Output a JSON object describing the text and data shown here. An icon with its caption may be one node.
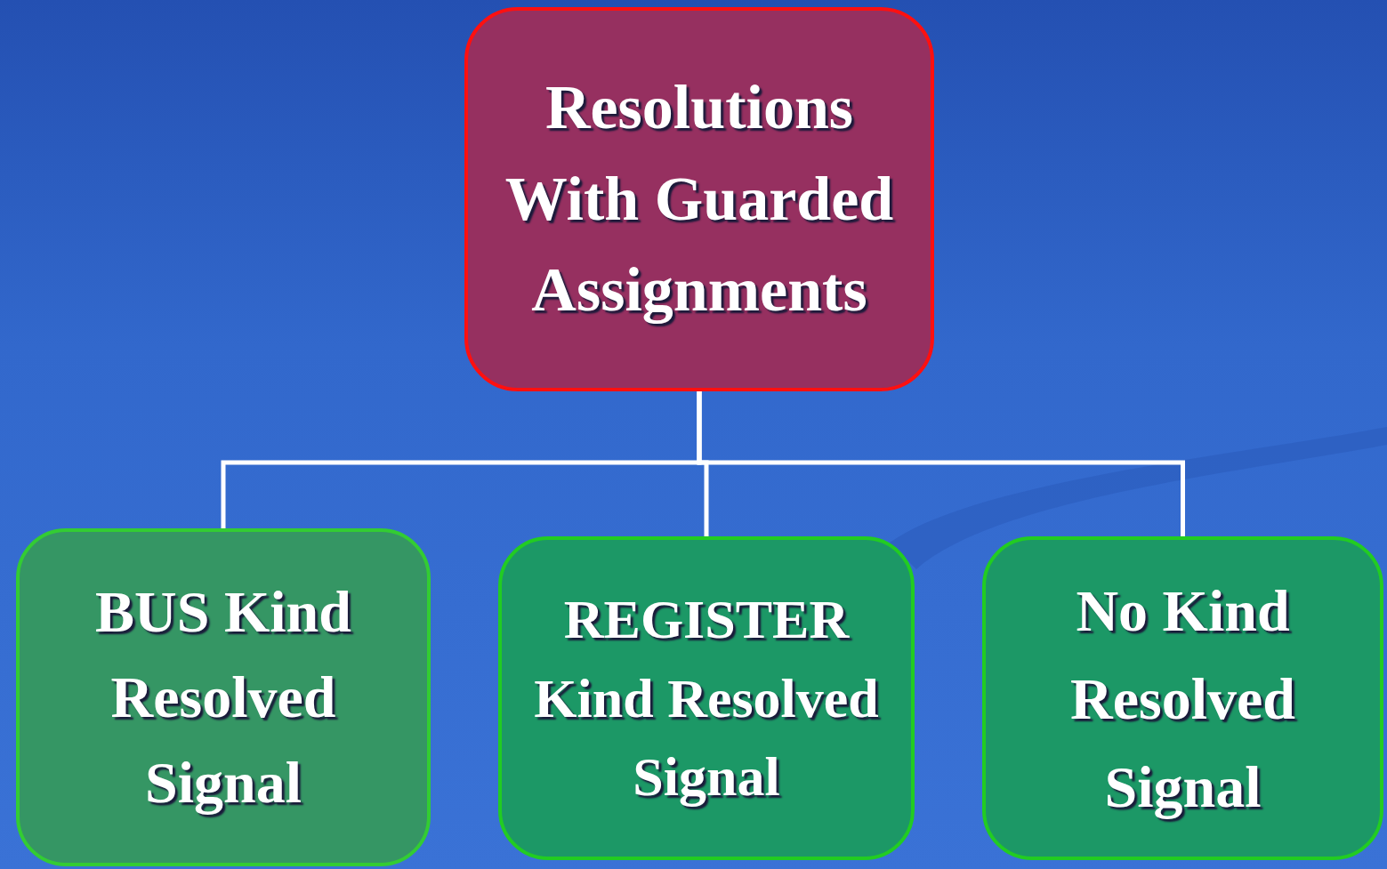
{
  "diagram": {
    "nodes": [
      {
        "text": [
          "Resolutions With Guarded Assignments"
        ]
      },
      {
        "text": [
          "BUS Kind Resolved Signal"
        ]
      },
      {
        "text": [
          "REGISTER Kind Resolved Signal"
        ]
      },
      {
        "text": [
          "No Kind Resolved Signal"
        ]
      }
    ],
    "edges": [
      {
        "from": 0,
        "to": 1,
        "arrow": "none"
      },
      {
        "from": 0,
        "to": 2,
        "arrow": "none"
      },
      {
        "from": 0,
        "to": 3,
        "arrow": "none"
      }
    ]
  }
}
